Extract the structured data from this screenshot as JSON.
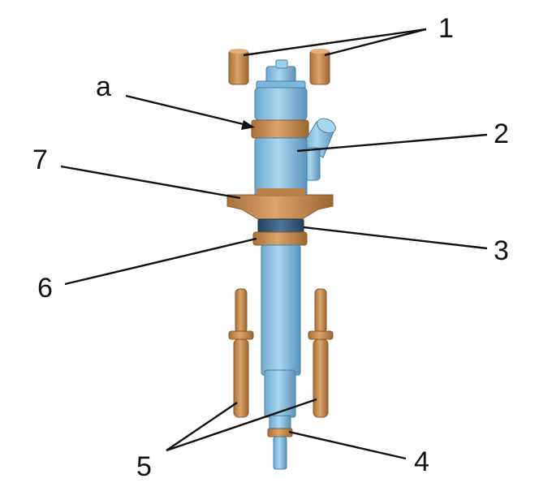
{
  "labels": {
    "l1": "1",
    "la": "a",
    "l2": "2",
    "l7": "7",
    "l3": "3",
    "l6": "6",
    "l5": "5",
    "l4": "4"
  },
  "colors": {
    "injector_blue": "#8cc6e6",
    "injector_blue_shade": "#5e9cc4",
    "copper": "#c98a4c",
    "copper_shade": "#9c6632",
    "seal_dark": "#2f4f6f",
    "line": "#111111"
  }
}
